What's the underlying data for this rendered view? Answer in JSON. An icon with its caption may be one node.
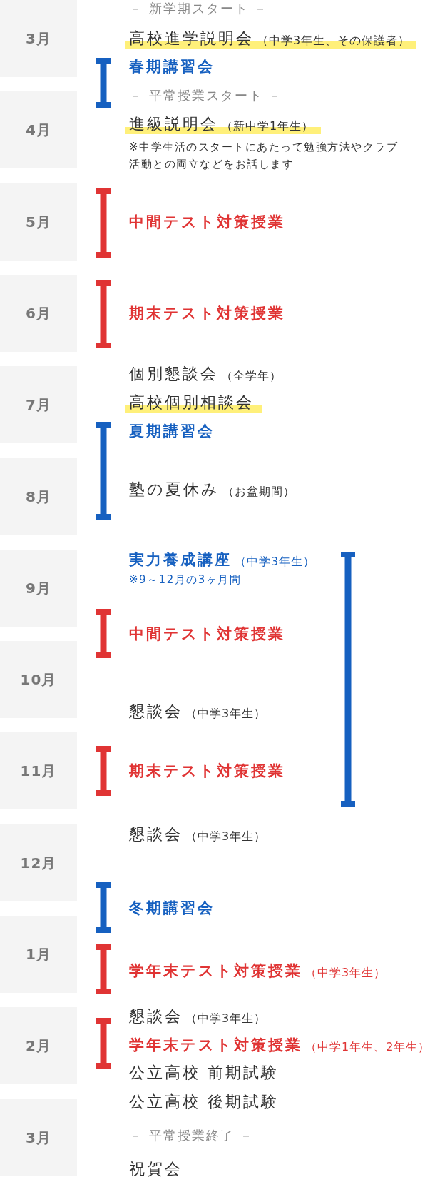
{
  "diagram": {
    "nodes": [
      {
        "text": [
          "3月"
        ]
      },
      {
        "text": [
          "4月"
        ]
      },
      {
        "text": [
          "5月"
        ]
      },
      {
        "text": [
          "6月"
        ]
      },
      {
        "text": [
          "7月"
        ]
      },
      {
        "text": [
          "8月"
        ]
      },
      {
        "text": [
          "9月"
        ]
      },
      {
        "text": [
          "10月"
        ]
      },
      {
        "text": [
          "11月"
        ]
      },
      {
        "text": [
          "12月"
        ]
      },
      {
        "text": [
          "1月"
        ]
      },
      {
        "text": [
          "2月"
        ]
      },
      {
        "text": [
          "3月"
        ]
      },
      {
        "text": [],
        "shape": "bar"
      },
      {
        "text": [],
        "shape": "bar"
      },
      {
        "text": [],
        "shape": "bar"
      },
      {
        "text": [],
        "shape": "bar"
      },
      {
        "text": [],
        "shape": "bar"
      },
      {
        "text": [],
        "shape": "bar"
      },
      {
        "text": [],
        "shape": "bar"
      },
      {
        "text": [],
        "shape": "bar"
      },
      {
        "text": [],
        "shape": "bar"
      },
      {
        "text": [],
        "shape": "bar"
      }
    ],
    "labels": [
      "－ 新学期スタート －",
      "高校進学説明会",
      "（中学3年生、その保護者）",
      "春期講習会",
      "－ 平常授業スタート －",
      "進級説明会",
      "（新中学1年生）",
      "※中学生活のスタートにあたって勉強方法やクラブ活動との両立などをお話します",
      "中間テスト対策授業",
      "期末テスト対策授業",
      "個別懇談会",
      "（全学年）",
      "高校個別相談会",
      "夏期講習会",
      "塾の夏休み",
      "（お盆期間）",
      "実力養成講座",
      "（中学3年生）",
      "※9～12月の3ヶ月間",
      "中間テスト対策授業",
      "懇談会",
      "（中学3年生）",
      "期末テスト対策授業",
      "懇談会",
      "（中学3年生）",
      "冬期講習会",
      "学年末テスト対策授業",
      "（中学3年生）",
      "懇談会",
      "（中学3年生）",
      "学年末テスト対策授業",
      "（中学1年生、2年生）",
      "公立高校 前期試験",
      "公立高校 後期試験",
      "－ 平常授業終了 －",
      "祝賀会"
    ]
  }
}
